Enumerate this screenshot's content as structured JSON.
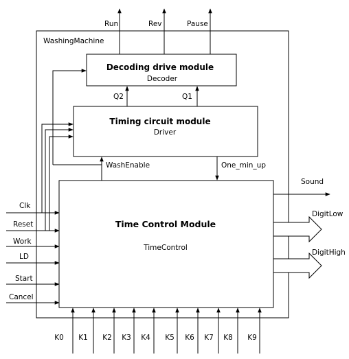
{
  "outer": {
    "label": "WashingMachine"
  },
  "decoder": {
    "title": "Decoding drive module",
    "subtitle": "Decoder"
  },
  "driver": {
    "title": "Timing circuit module",
    "subtitle": "Driver"
  },
  "timecontrol": {
    "title": "Time Control Module",
    "subtitle": "TimeControl"
  },
  "top_outputs": {
    "run": "Run",
    "rev": "Rev",
    "pause": "Pause"
  },
  "signals": {
    "q2": "Q2",
    "q1": "Q1",
    "wash_enable": "WashEnable",
    "one_min_up": "One_min_up"
  },
  "right_outputs": {
    "sound": "Sound",
    "digit_low": "DigitLow",
    "digit_high": "DigitHigh"
  },
  "inputs": [
    "Clk",
    "Reset",
    "Work",
    "LD",
    "Start",
    "Cancel"
  ],
  "keys": [
    "K0",
    "K1",
    "K2",
    "K3",
    "K4",
    "K5",
    "K6",
    "K7",
    "K8",
    "K9"
  ]
}
